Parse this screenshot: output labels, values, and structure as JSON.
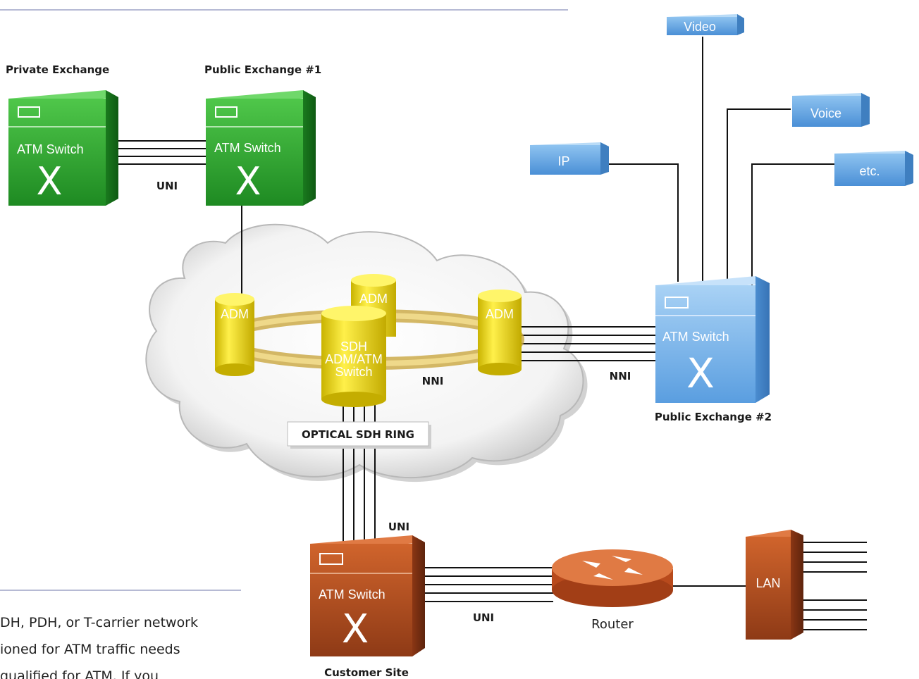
{
  "labels": {
    "private_exchange": "Private Exchange",
    "public_exchange_1": "Public Exchange #1",
    "public_exchange_2": "Public Exchange #2",
    "customer_site": "Customer Site",
    "uni_top": "UNI",
    "uni_bottom_vertical": "UNI",
    "uni_bottom_horizontal": "UNI",
    "nni_ring": "NNI",
    "nni_right": "NNI",
    "ring_caption": "OPTICAL SDH RING"
  },
  "devices": {
    "switch_label": "ATM Switch",
    "adm_label": "ADM",
    "sdh_line1": "SDH",
    "sdh_line2": "ADM/ATM",
    "sdh_line3": "Switch",
    "router": "Router",
    "lan": "LAN"
  },
  "services": {
    "video": "Video",
    "voice": "Voice",
    "ip": "IP",
    "etc": "etc."
  },
  "body_text": {
    "line1": "DH, PDH, or T-carrier network",
    "line2": "ioned for ATM traffic needs",
    "line3": "qualified for ATM.  If you"
  },
  "colors": {
    "green_switch": "#2a9a2a",
    "blue_switch": "#6faee6",
    "orange_switch": "#b04e22",
    "adm_yellow": "#e6d400",
    "rule_line": "#9ea4c6"
  }
}
